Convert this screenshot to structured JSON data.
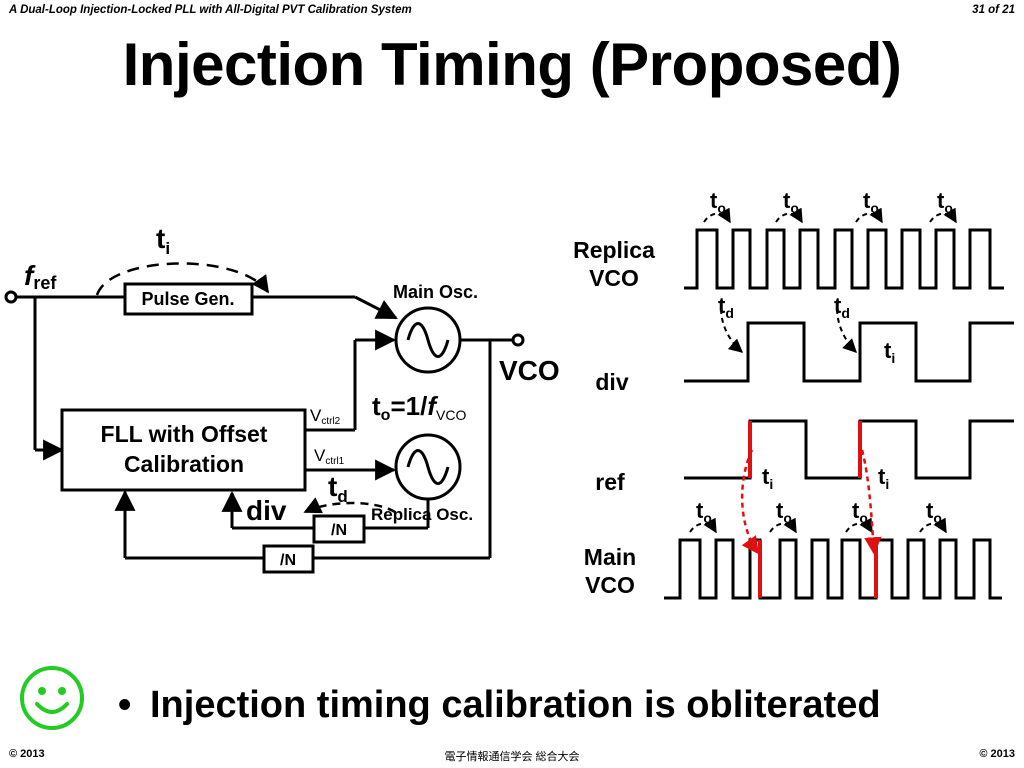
{
  "header": {
    "paper_title": "A Dual-Loop Injection-Locked PLL with All-Digital PVT Calibration System",
    "page_counter": "31 of 21"
  },
  "title": "Injection Timing (Proposed)",
  "circuit": {
    "input_label_main": "f",
    "input_label_sub": "ref",
    "ti_main": "t",
    "ti_sub": "i",
    "pulse_gen": "Pulse Gen.",
    "main_osc": "Main Osc.",
    "vco_out": "VCO",
    "formula_t": "t",
    "formula_sub": "o",
    "formula_eq": "=1/",
    "formula_f": "f",
    "formula_fsub": "VCO",
    "fll_line1": "FLL with Offset",
    "fll_line2": "Calibration",
    "vctrl2_main": "V",
    "vctrl2_sub": "ctrl2",
    "vctrl1_main": "V",
    "vctrl1_sub": "ctrl1",
    "td_main": "t",
    "td_sub": "d",
    "div_label": "div",
    "div_n_1": "/N",
    "div_n_2": "/N",
    "replica_osc": "Replica Osc."
  },
  "timing": {
    "rows": [
      {
        "line1": "Replica",
        "line2": "VCO"
      },
      {
        "line1": "div",
        "line2": ""
      },
      {
        "line1": "ref",
        "line2": ""
      },
      {
        "line1": "Main",
        "line2": "VCO"
      }
    ],
    "to_main": "t",
    "to_sub": "o",
    "td_main": "t",
    "td_sub": "d",
    "ti_main": "t",
    "ti_sub": "i",
    "highlight_color": "#e01010"
  },
  "bullet": {
    "marker": "•",
    "text": "Injection timing calibration is obliterated"
  },
  "smiley_color": "#22cc22",
  "footer": {
    "left": "© 2013",
    "center": "電子情報通信学会 総合大会",
    "right": "© 2013"
  }
}
